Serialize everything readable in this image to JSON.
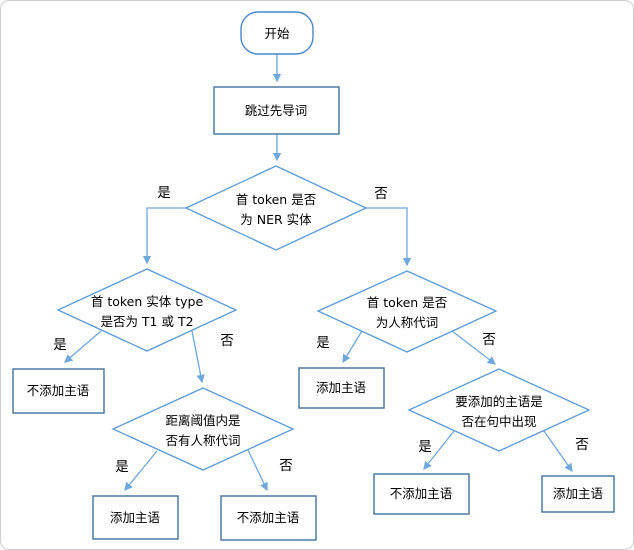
{
  "diagram": {
    "type": "flowchart",
    "colors": {
      "box_border": "#41719C",
      "start_border": "#4a86c8",
      "diamond_border": "#5B9BD5",
      "arrow": "#6FA8DC",
      "text": "#000000",
      "background": "#FFFFFF"
    },
    "nodes": {
      "start": {
        "type": "terminator",
        "label": "开始"
      },
      "skip_leader": {
        "type": "process",
        "label": "跳过先导词"
      },
      "d_ner": {
        "type": "decision",
        "line1": "首 token 是否",
        "line2": "为 NER 实体"
      },
      "d_type": {
        "type": "decision",
        "line1": "首 token 实体 type",
        "line2": "是否为 T1 或 T2"
      },
      "no_add_1": {
        "type": "process",
        "label": "不添加主语"
      },
      "d_threshold": {
        "type": "decision",
        "line1": "距离阈值内是",
        "line2": "否有人称代词"
      },
      "add_1": {
        "type": "process",
        "label": "添加主语"
      },
      "no_add_2": {
        "type": "process",
        "label": "不添加主语"
      },
      "d_pronoun": {
        "type": "decision",
        "line1": "首 token 是否",
        "line2": "为人称代词"
      },
      "add_2": {
        "type": "process",
        "label": "添加主语"
      },
      "d_appear": {
        "type": "decision",
        "line1": "要添加的主语是",
        "line2": "否在句中出现"
      },
      "no_add_3": {
        "type": "process",
        "label": "不添加主语"
      },
      "add_3": {
        "type": "process",
        "label": "添加主语"
      }
    },
    "edge_labels": {
      "yes": "是",
      "no": "否"
    },
    "edges": [
      {
        "from": "start",
        "to": "skip_leader",
        "label": ""
      },
      {
        "from": "skip_leader",
        "to": "d_ner",
        "label": ""
      },
      {
        "from": "d_ner",
        "to": "d_type",
        "label": "是"
      },
      {
        "from": "d_ner",
        "to": "d_pronoun",
        "label": "否"
      },
      {
        "from": "d_type",
        "to": "no_add_1",
        "label": "是"
      },
      {
        "from": "d_type",
        "to": "d_threshold",
        "label": "否"
      },
      {
        "from": "d_threshold",
        "to": "add_1",
        "label": "是"
      },
      {
        "from": "d_threshold",
        "to": "no_add_2",
        "label": "否"
      },
      {
        "from": "d_pronoun",
        "to": "add_2",
        "label": "是"
      },
      {
        "from": "d_pronoun",
        "to": "d_appear",
        "label": "否"
      },
      {
        "from": "d_appear",
        "to": "no_add_3",
        "label": "是"
      },
      {
        "from": "d_appear",
        "to": "add_3",
        "label": "否"
      }
    ]
  }
}
